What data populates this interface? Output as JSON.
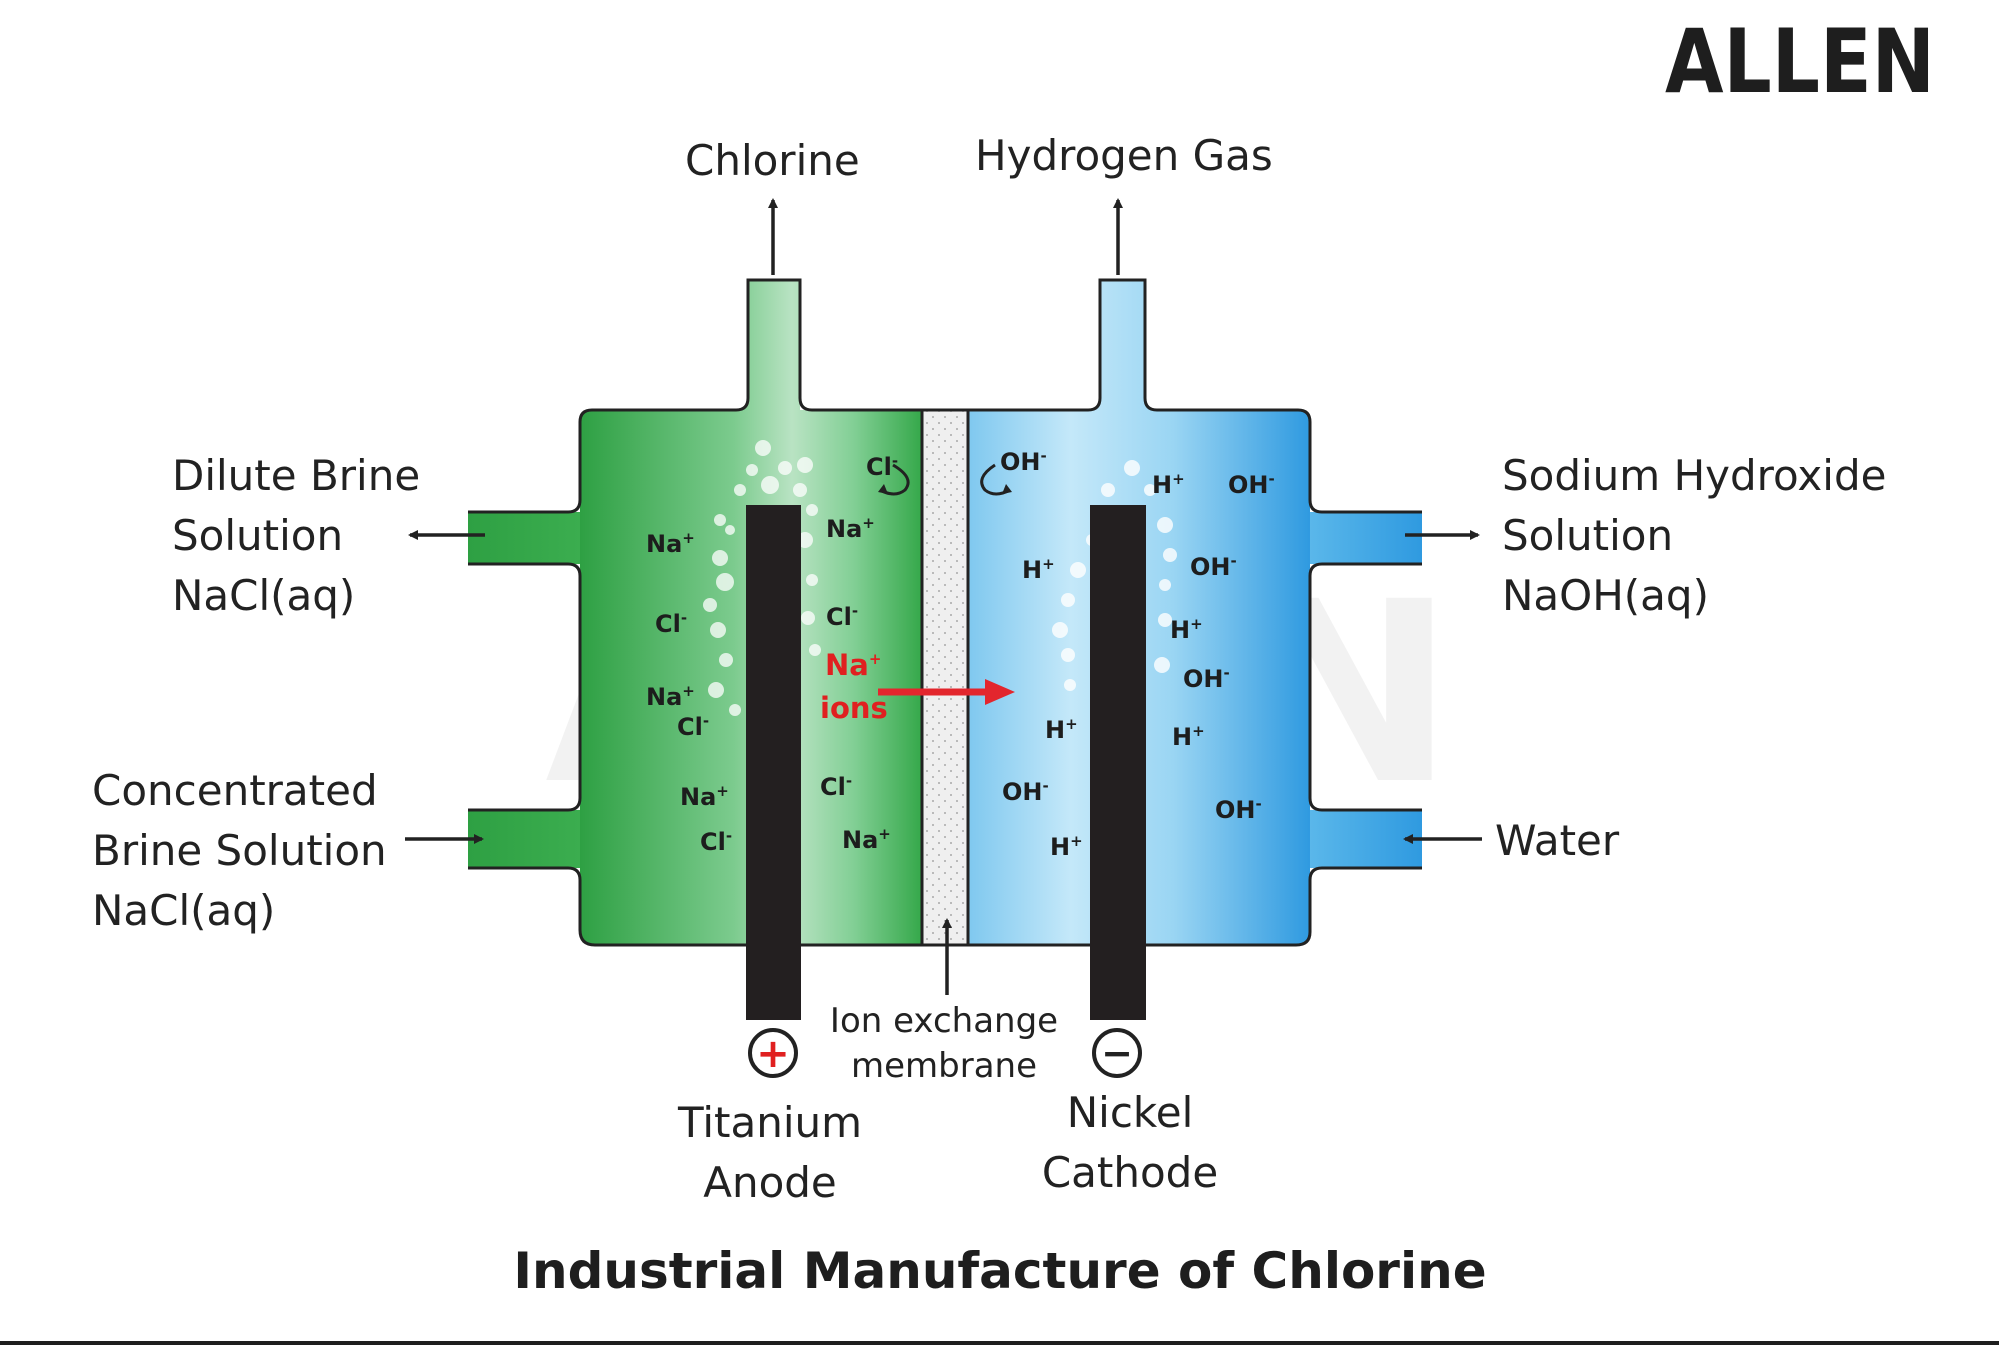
{
  "logo": "ALLEN",
  "watermark": "ALLEN",
  "title": "Industrial Manufacture of Chlorine",
  "labels": {
    "chlorine": "Chlorine",
    "hydrogen": "Hydrogen Gas",
    "dilute_l1": "Dilute Brine",
    "dilute_l2": "Solution",
    "dilute_l3": "NaCl(aq)",
    "conc_l1": "Concentrated",
    "conc_l2": "Brine Solution",
    "conc_l3": "NaCl(aq)",
    "naoh_l1": "Sodium Hydroxide",
    "naoh_l2": "Solution",
    "naoh_l3": "NaOH(aq)",
    "water": "Water",
    "membrane_l1": "Ion exchange",
    "membrane_l2": "membrane",
    "anode_l1": "Titanium",
    "anode_l2": "Anode",
    "cathode_l1": "Nickel",
    "cathode_l2": "Cathode",
    "na_ions_l1": "Na",
    "na_ions_sup": "+",
    "na_ions_l2": "ions",
    "plus_sign": "+",
    "minus_sign": "−"
  },
  "ions": {
    "na": "Na",
    "na_charge": "+",
    "cl": "Cl",
    "cl_charge": "-",
    "h": "H",
    "h_charge": "+",
    "oh": "OH",
    "oh_charge": "-"
  },
  "colors": {
    "green_dark": "#2ea043",
    "green_light": "#a8dcb4",
    "blue_dark": "#2f9ae0",
    "blue_light": "#b9e2f7",
    "electrode": "#231f20",
    "membrane": "#ececec",
    "na_ion_label": "#e02020",
    "arrow": "#222222",
    "red_arrow": "#e3262d"
  }
}
